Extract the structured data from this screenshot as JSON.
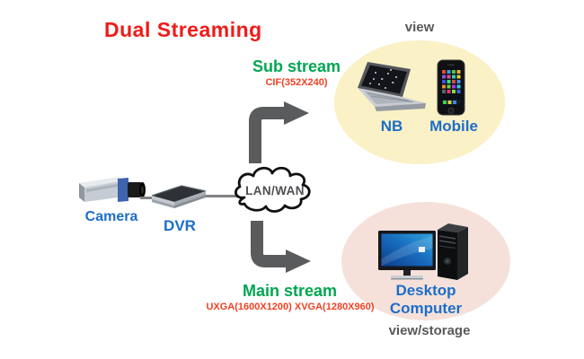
{
  "title": "Dual Streaming",
  "source": {
    "camera_label": "Camera",
    "dvr_label": "DVR"
  },
  "network": {
    "cloud_label": "LAN/WAN"
  },
  "sub_stream": {
    "label": "Sub stream",
    "resolution": "CIF(352X240)"
  },
  "main_stream": {
    "label": "Main stream",
    "resolution": "UXGA(1600X1200) XVGA(1280X960)"
  },
  "view_group": {
    "caption": "view",
    "devices": [
      {
        "label": "NB"
      },
      {
        "label": "Mobile"
      }
    ]
  },
  "storage_group": {
    "caption": "view/storage",
    "devices": [
      {
        "label": "Desktop Computer"
      }
    ]
  },
  "colors": {
    "title_red": "#ee1c19",
    "stream_green": "#00a651",
    "resolution_red": "#ef4123",
    "device_label_blue": "#1d6ec9",
    "caption_gray": "#58595b",
    "arrow_gray": "#595b5d",
    "view_zone_fill": "#faf1c6",
    "storage_zone_fill": "#f5e1da"
  },
  "icons": {
    "camera": "cctv-camera-icon",
    "dvr": "dvr-box-icon",
    "network": "lan-wan-cloud-icon",
    "sub_stream": "elbow-arrow-up-right-icon",
    "main_stream": "elbow-arrow-down-right-icon",
    "nb": "laptop-icon",
    "mobile": "smartphone-icon",
    "desktop": "desktop-computer-icon"
  }
}
